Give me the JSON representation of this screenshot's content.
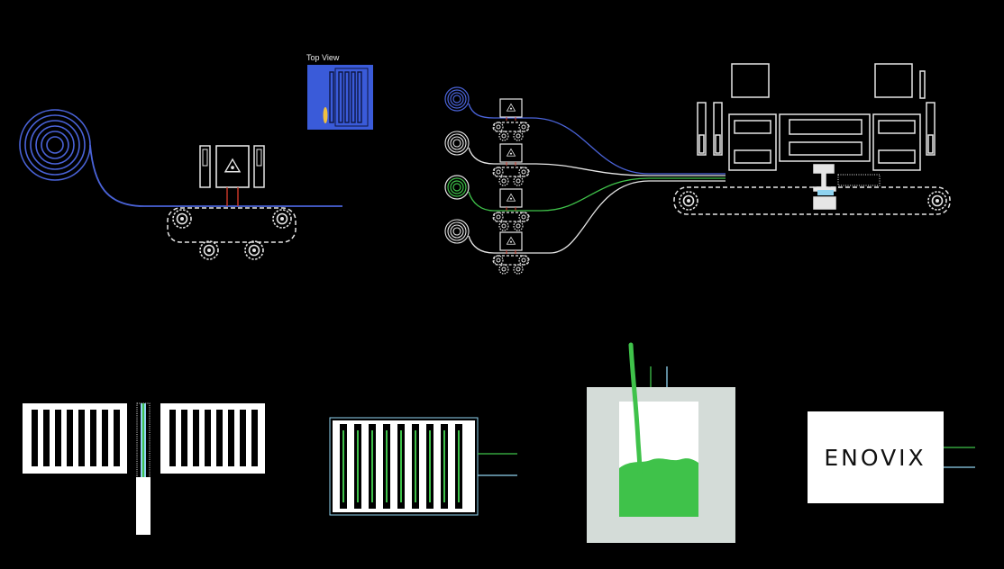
{
  "top_view_label": "Top View",
  "logo_text": "ENOVIX",
  "colors": {
    "background": "#000000",
    "line": "#e6e6e6",
    "blue_accent": "#4a63d8",
    "top_view_panel": "#3a5bd9",
    "green_accent": "#3fc24a",
    "light_blue": "#8fd3f0",
    "red_laser": "#d23a2a",
    "vessel_gray": "#d4dcd8"
  },
  "icons": [
    "laser-warning-icon",
    "gear-icon",
    "material-roll-icon"
  ],
  "roll_colors": [
    "blue",
    "white",
    "green",
    "white"
  ]
}
